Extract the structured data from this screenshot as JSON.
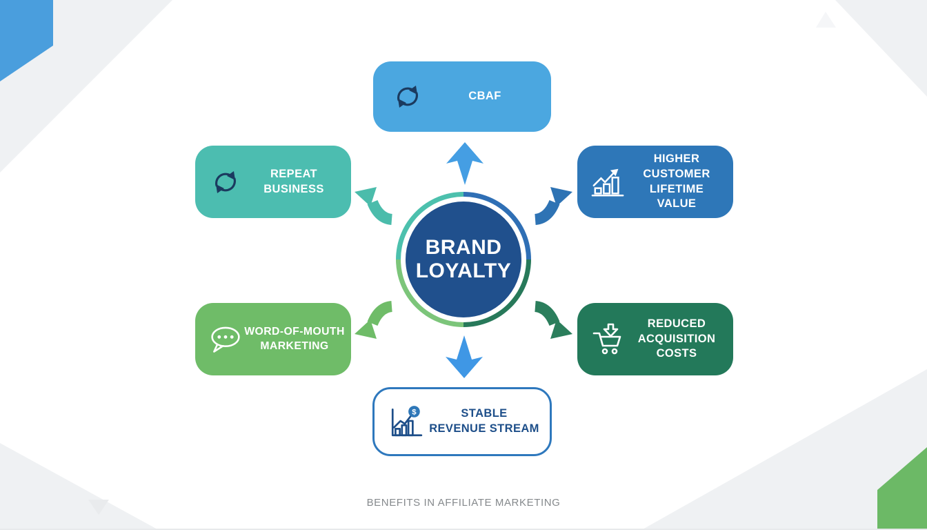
{
  "page": {
    "caption": "BENEFITS IN AFFILIATE MARKETING"
  },
  "center": {
    "label": "BRAND LOYALTY",
    "lines": [
      "BRAND",
      "LOYALTY"
    ],
    "circle_color": "#20508D",
    "ring_colors": {
      "top_left": "#4CC0AD",
      "top_right": "#2F6FB5",
      "bottom_right": "#27795A",
      "bottom_left": "#7CC57A"
    }
  },
  "nodes": [
    {
      "id": "cbaf",
      "label": "CBAF",
      "lines": [
        "CBAF"
      ],
      "icon": "refresh-icon",
      "color": "#4BA7E0",
      "text_color": "#FFFFFF"
    },
    {
      "id": "repeat-business",
      "label": "REPEAT BUSINESS",
      "lines": [
        "REPEAT",
        "BUSINESS"
      ],
      "icon": "refresh-icon",
      "color": "#4CBDB0",
      "text_color": "#FFFFFF"
    },
    {
      "id": "higher-customer-lifetime-value",
      "label": "HIGHER CUSTOMER LIFETIME VALUE",
      "lines": [
        "HIGHER",
        "CUSTOMER",
        "LIFETIME VALUE"
      ],
      "icon": "growth-chart-icon",
      "color": "#2E77B8",
      "text_color": "#FFFFFF"
    },
    {
      "id": "word-of-mouth-marketing",
      "label": "WORD-OF-MOUTH MARKETING",
      "lines": [
        "WORD-OF-MOUTH",
        "MARKETING"
      ],
      "icon": "speech-bubble-icon",
      "color": "#6FBC68",
      "text_color": "#FFFFFF"
    },
    {
      "id": "reduced-acquisition-costs",
      "label": "REDUCED ACQUISITION COSTS",
      "lines": [
        "REDUCED",
        "ACQUISITION",
        "COSTS"
      ],
      "icon": "cart-download-icon",
      "color": "#23795A",
      "text_color": "#FFFFFF"
    },
    {
      "id": "stable-revenue-stream",
      "label": "STABLE REVENUE STREAM",
      "lines": [
        "STABLE",
        "REVENUE STREAM"
      ],
      "icon": "revenue-chart-icon",
      "color": "#FFFFFF",
      "border_color": "#2E78BD",
      "text_color": "#1D4E89"
    }
  ],
  "arrow_colors": {
    "up": "#459EE3",
    "down": "#3F97E5",
    "upper_left": "#4BBCAB",
    "upper_right": "#2E73B4",
    "lower_left": "#6FBC68",
    "lower_right": "#2B7E5C"
  },
  "icon_colors": {
    "navy_stroke": "#1B3A5F",
    "white_stroke": "#FFFFFF",
    "blue_stroke": "#1D4E89",
    "coin_fill": "#2E77B8",
    "coin_symbol": "$"
  },
  "decor_colors": {
    "top_left_shape": "#4A9EDD",
    "bottom_right_shape": "#6CB966",
    "corner_gray": "#EFF1F3",
    "small_triangle_gray": "#E9EBED"
  }
}
